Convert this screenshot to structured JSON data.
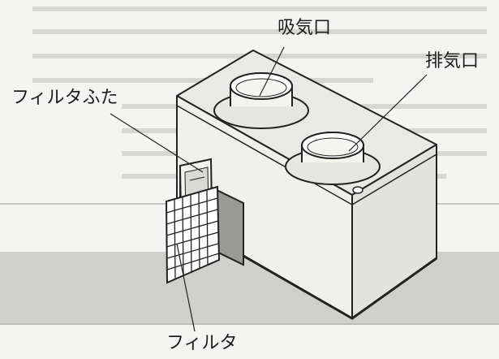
{
  "labels": {
    "intake": "吸気口",
    "exhaust": "排気口",
    "filter_cover": "フィルタふた",
    "filter": "フィルタ"
  }
}
